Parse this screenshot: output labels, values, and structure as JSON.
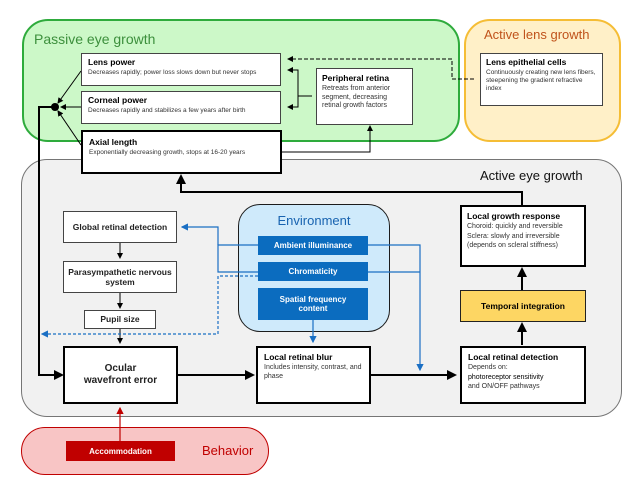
{
  "regions": {
    "passive": "Passive eye growth",
    "lens": "Active lens growth",
    "active": "Active eye growth",
    "behavior": "Behavior",
    "environment": "Environment"
  },
  "passive_boxes": {
    "lens_power": {
      "title": "Lens power",
      "desc": "Decreases rapidly; power loss slows down but never stops"
    },
    "corneal_power": {
      "title": "Corneal power",
      "desc": "Decreases rapidly and stabilizes a few years after birth"
    },
    "axial_length": {
      "title": "Axial length",
      "desc": "Exponentially decreasing growth, stops at 16-20 years"
    },
    "peripheral_retina": {
      "title": "Peripheral retina",
      "desc": "Retreats from anterior segment, decreasing retinal growth factors"
    }
  },
  "lens_boxes": {
    "lens_epithelial": {
      "title": "Lens epithelial cells",
      "desc": "Continuously creating new lens fibers, steepening the gradient refractive index"
    }
  },
  "active_boxes": {
    "global_retinal": "Global retinal detection",
    "parasympathetic": "Parasympathetic nervous system",
    "pupil_size": "Pupil size",
    "ocular_wavefront": "Ocular wavefront error",
    "local_blur": {
      "title": "Local retinal blur",
      "desc": "Includes intensity, contrast, and phase"
    },
    "local_detection": {
      "title": "Local retinal detection",
      "desc1": "Depends on:",
      "desc2": "photoreceptor sensitivity",
      "desc3": "and ON/OFF pathways"
    },
    "temporal": "Temporal integration",
    "growth_response": {
      "title": "Local growth response",
      "l1": "Choroid: quickly and reversible",
      "l2": "Sclera: slowly and irreversible",
      "l3": "(depends on scleral stiffness)"
    }
  },
  "environment_items": {
    "ambient": "Ambient illuminance",
    "chromaticity": "Chromaticity",
    "spatial": "Spatial frequency content"
  },
  "behavior_items": {
    "accommodation": "Accommodation"
  },
  "colors": {
    "passive_green": "#ccf8c8",
    "lens_yellow": "#fff0c8",
    "active_gray": "#f1f1f1",
    "behavior_red": "#f8c5c5",
    "env_blue": "#cfeafb",
    "blue_box": "#0b6cbf",
    "red_box": "#c00000",
    "temporal_yellow": "#fdd663"
  }
}
